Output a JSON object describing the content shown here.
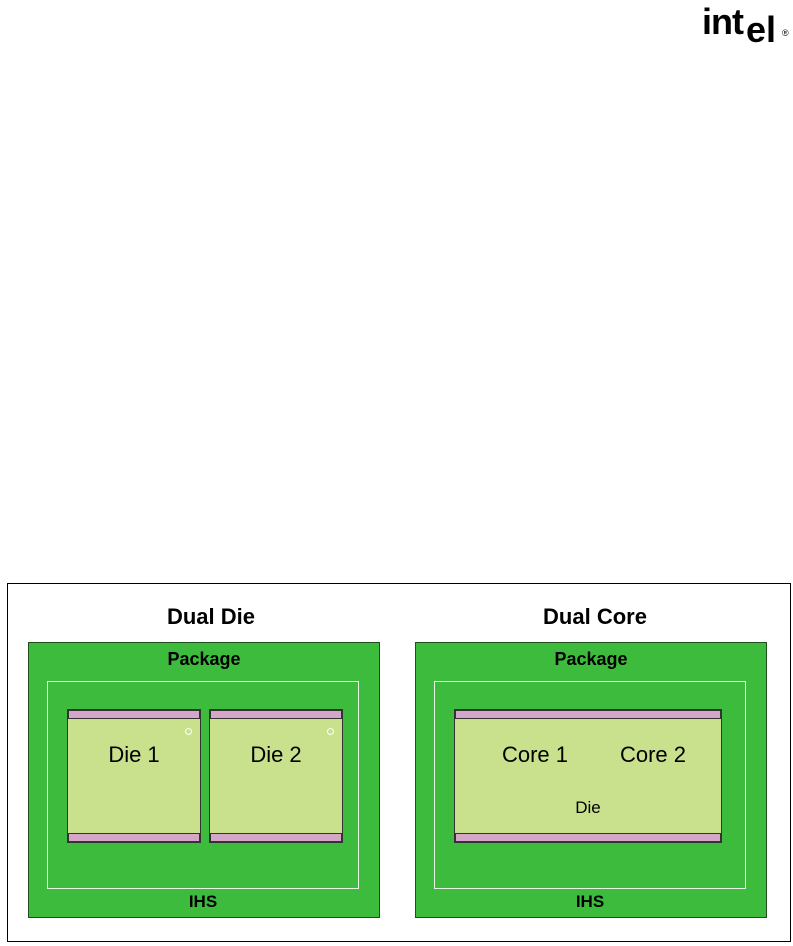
{
  "logo": {
    "part1": "int",
    "part2": "el",
    "registered": "®"
  },
  "dual_die": {
    "title": "Dual Die",
    "package_label": "Package",
    "ihs_label": "IHS",
    "die1_label": "Die 1",
    "die2_label": "Die 2"
  },
  "dual_core": {
    "title": "Dual Core",
    "package_label": "Package",
    "ihs_label": "IHS",
    "core1_label": "Core 1",
    "core2_label": "Core 2",
    "die_label": "Die"
  },
  "colors": {
    "package": "#3dbb3d",
    "die": "#c9e08c",
    "strip": "#d4a6c8",
    "ihs_outline": "#e6f4e6"
  }
}
